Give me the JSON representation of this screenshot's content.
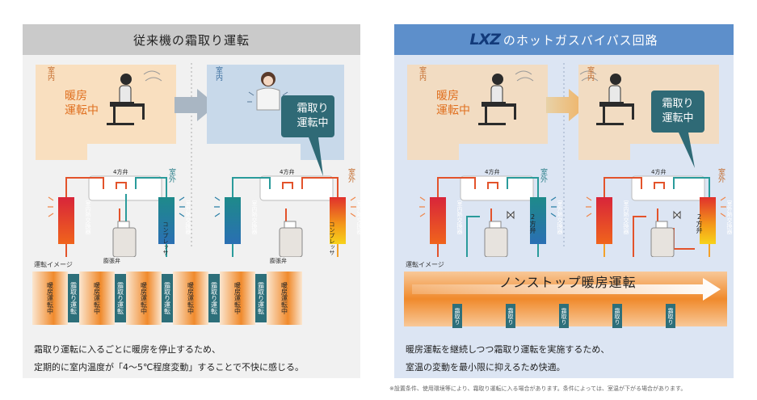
{
  "left": {
    "title": "従来機の霜取り運転",
    "indoor_label": "室内",
    "outdoor_label": "室外",
    "heating_label_line1": "暖房",
    "heating_label_line2": "運転中",
    "defrost_bubble_line1": "霜取り",
    "defrost_bubble_line2": "運転中",
    "four_way_valve": "4方弁",
    "indoor_exchanger": "室内熱交換器",
    "outdoor_exchanger": "室外熱交換器",
    "compressor": "コンプレッサ",
    "expansion_valve": "膨張弁",
    "operation_image_label": "運転イメージ",
    "timeline_segments": [
      "暖房運転中",
      "霜取り運転",
      "暖房運転中",
      "霜取り運転",
      "暖房運転中",
      "霜取り運転",
      "暖房運転中",
      "霜取り運転",
      "暖房運転中",
      "霜取り運転",
      "暖房運転中"
    ],
    "caption_line1": "霜取り運転に入るごとに暖房を停止するため、",
    "caption_line2": "定期的に室内温度が「4～5℃程度変動」することで不快に感じる。"
  },
  "right": {
    "logo": "LXZ",
    "title": "のホットガスバイパス回路",
    "indoor_label": "室内",
    "outdoor_label": "室外",
    "heating_label_line1": "暖房",
    "heating_label_line2": "運転中",
    "defrost_bubble_line1": "霜取り",
    "defrost_bubble_line2": "運転中",
    "four_way_valve": "4方弁",
    "two_way_valve": "2方弁",
    "indoor_exchanger": "室内熱交換器",
    "outdoor_exchanger": "室外熱交換器",
    "operation_image_label": "運転イメージ",
    "nonstop_label": "ノンストップ暖房運転",
    "defrost_markers": [
      "霜取り",
      "霜取り",
      "霜取り",
      "霜取り",
      "霜取り"
    ],
    "caption_line1": "暖房運転を継続しつつ霜取り運転を実施するため、",
    "caption_line2": "室温の変動を最小限に抑えるため快適。"
  },
  "footnote": "※設置条件、使用環境等により、霜取り運転に入る場合があります。条件によっては、室温が下がる場合があります。",
  "colors": {
    "warm_orange": "#f39a3c",
    "indoor_zone": "#f8dfc0",
    "cold_zone": "#c7d9ea",
    "teal": "#2a9b9b",
    "red_pipe": "#e3532b",
    "bubble": "#2f6a76",
    "logo_blue": "#123a7a"
  }
}
